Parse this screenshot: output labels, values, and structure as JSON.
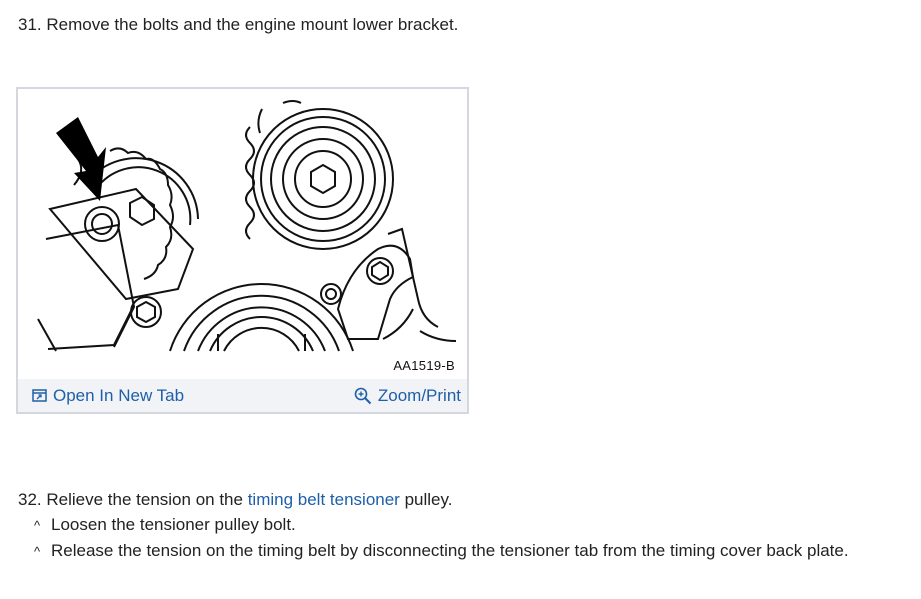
{
  "steps": [
    {
      "number": "31.",
      "text": "Remove the bolts and the engine mount lower bracket."
    },
    {
      "number": "32.",
      "text_before": "Relieve the tension on the",
      "link_text": "timing belt tensioner",
      "text_after": "pulley.",
      "substeps": [
        {
          "bullet": "^",
          "text": "Loosen the tensioner pulley bolt."
        },
        {
          "bullet": "^",
          "text": "Release the tension on the timing belt by disconnecting the tensioner tab from the timing cover back plate."
        }
      ]
    }
  ],
  "figure": {
    "code": "AA1519-B",
    "open_tab_label": "Open In New Tab",
    "zoom_label": "Zoom/Print",
    "icons": {
      "open_tab": "open-new-tab-icon",
      "zoom": "zoom-in-icon"
    },
    "colors": {
      "link": "#1f5fa8",
      "toolbar_bg": "#f1f3f6",
      "border": "#d4d8de"
    }
  }
}
